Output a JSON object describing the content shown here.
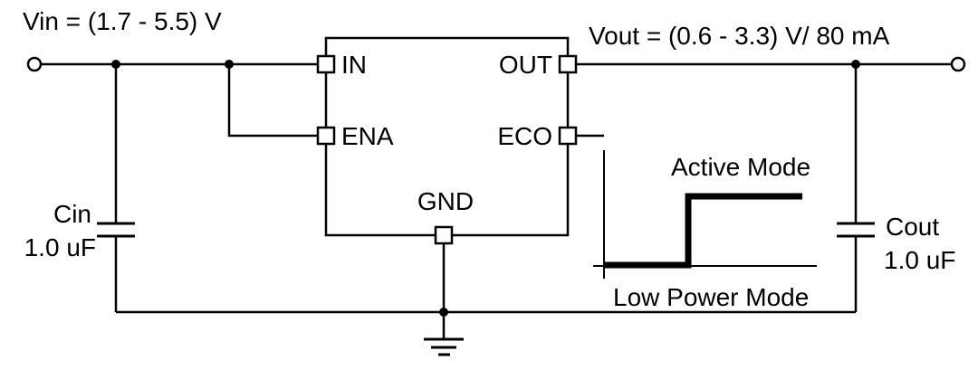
{
  "diagram": {
    "type": "circuit-schematic",
    "labels": {
      "vin": "Vin = (1.7 - 5.5) V",
      "vout": "Vout = (0.6 - 3.3) V/ 80 mA",
      "active_mode": "Active Mode",
      "low_power_mode": "Low Power Mode"
    },
    "ic": {
      "pins": {
        "in": "IN",
        "ena": "ENA",
        "out": "OUT",
        "eco": "ECO",
        "gnd": "GND"
      }
    },
    "components": {
      "cin": {
        "name": "Cin",
        "value": "1.0 uF"
      },
      "cout": {
        "name": "Cout",
        "value": "1.0 uF"
      }
    },
    "colors": {
      "line": "#000000",
      "text": "#000000",
      "background": "#ffffff"
    }
  }
}
